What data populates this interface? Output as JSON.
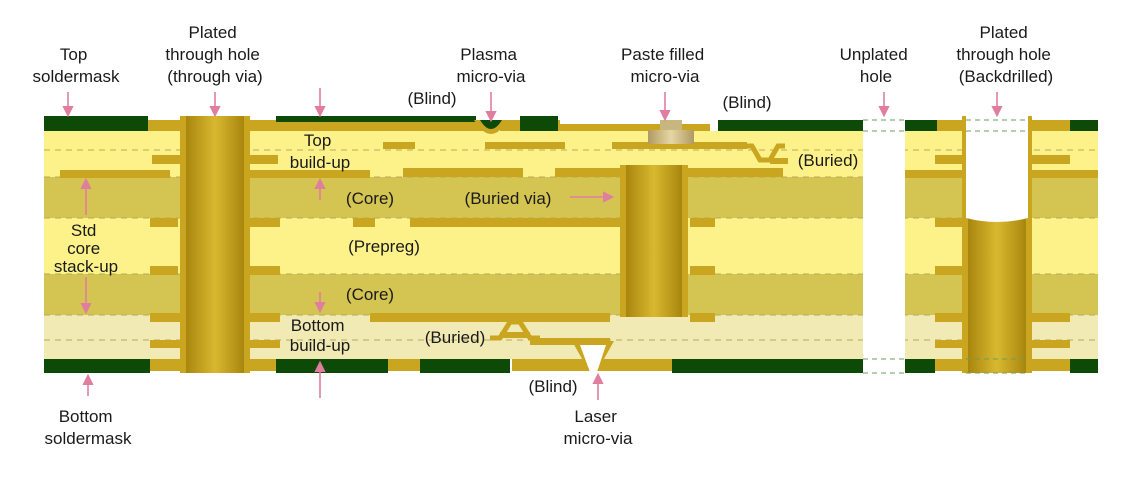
{
  "colors": {
    "soldermask": "#0d4a08",
    "copper": "#c9a520",
    "copper_dark": "#a8860e",
    "copper_light": "#dfc040",
    "core": "#d4c452",
    "prepreg": "#fdf28a",
    "buildup": "#f1eab4",
    "hole": "#ffffff",
    "arrow": "#e07ea0",
    "paste": "#c8b680"
  },
  "labels": {
    "top_soldermask": [
      "Top",
      "soldermask"
    ],
    "plated_through_hole": [
      "Plated",
      "through hole",
      "(through via)"
    ],
    "plasma_microvia": [
      "Plasma",
      "micro-via"
    ],
    "blind_1": "(Blind)",
    "paste_filled": [
      "Paste filled",
      "micro-via"
    ],
    "blind_2": "(Blind)",
    "unplated_hole": [
      "Unplated",
      "hole"
    ],
    "plated_backdrilled": [
      "Plated",
      "through hole",
      "(Backdrilled)"
    ],
    "top_buildup": [
      "Top",
      "build-up"
    ],
    "buried_right": "(Buried)",
    "core_1": "(Core)",
    "buried_via": "(Buried via)",
    "std_core": [
      "Std",
      "core",
      "stack-up"
    ],
    "prepreg": "(Prepreg)",
    "core_2": "(Core)",
    "bottom_buildup": [
      "Bottom",
      "build-up"
    ],
    "buried_left": "(Buried)",
    "blind_3": "(Blind)",
    "laser_microvia": [
      "Laser",
      "micro-via"
    ],
    "bottom_soldermask": [
      "Bottom",
      "soldermask"
    ]
  }
}
